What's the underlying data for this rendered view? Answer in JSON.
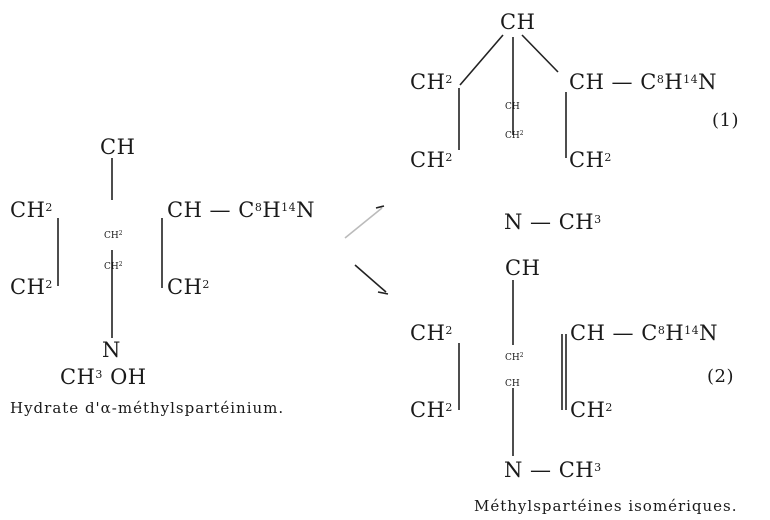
{
  "left": {
    "top": "CH",
    "ch2_a": "CH",
    "ch2_b": "CH",
    "inner_1": "CH",
    "inner_2": "CH",
    "ch_right": "CH — C",
    "n_right": "N",
    "ch2_right": "CH",
    "n_bottom": "N",
    "bottom": "CH",
    "bottom_oh": "OH",
    "caption": "Hydrate d'α-méthylspartéinium."
  },
  "isomer1": {
    "top": "CH",
    "ch2_a": "CH",
    "ch2_b": "CH",
    "inner_1": "CH",
    "inner_2": "CH",
    "ch_right": "CH — C",
    "n_right": "N",
    "ch2_right": "CH",
    "n_ch3": "N — CH",
    "label": "(1)"
  },
  "isomer2": {
    "top": "CH",
    "ch2_a": "CH",
    "ch2_b": "CH",
    "inner_1": "CH",
    "inner_2": "CH",
    "ch_right": "CH — C",
    "n_right": "N",
    "ch2_right": "CH",
    "n_ch3": "N — CH",
    "label": "(2)"
  },
  "caption_right": "Méthylspartéines isomériques.",
  "sub": {
    "two": "2",
    "three": "3",
    "eight": "8",
    "fourteen": "14"
  }
}
